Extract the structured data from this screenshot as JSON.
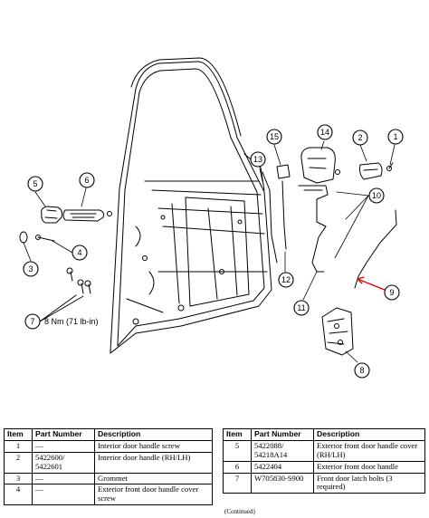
{
  "callouts": [
    "1",
    "2",
    "3",
    "4",
    "5",
    "6",
    "7",
    "8",
    "9",
    "10",
    "11",
    "12",
    "13",
    "14",
    "15"
  ],
  "torque_spec": "8 Nm (71 lb-in)",
  "table_left": {
    "headers": [
      "Item",
      "Part Number",
      "Description"
    ],
    "rows": [
      [
        "1",
        "—",
        "Interior door handle screw"
      ],
      [
        "2",
        "5422600/\n5422601",
        "Interior door handle (RH/LH)"
      ],
      [
        "3",
        "—",
        "Grommet"
      ],
      [
        "4",
        "—",
        "Exterior front door handle cover screw"
      ]
    ]
  },
  "table_right": {
    "headers": [
      "Item",
      "Part Number",
      "Description"
    ],
    "rows": [
      [
        "5",
        "5422088/\n54218A14",
        "Exterior front door handle cover (RH/LH)"
      ],
      [
        "6",
        "5422404",
        "Exterior front door handle"
      ],
      [
        "7",
        "W705830-S900",
        "Front door latch bolts (3 required)"
      ]
    ]
  },
  "continued_note": "(Continued)"
}
